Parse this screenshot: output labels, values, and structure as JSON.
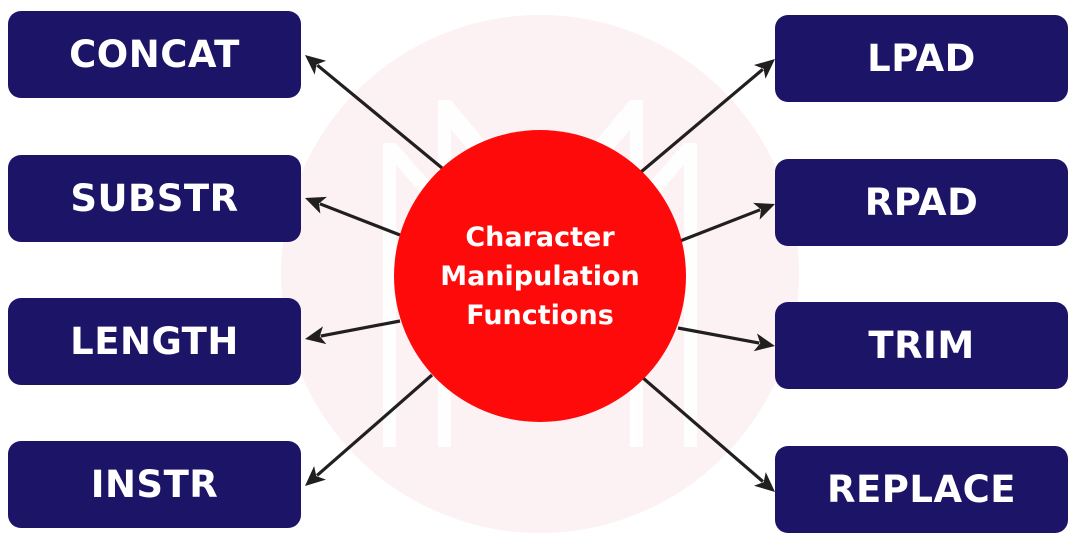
{
  "diagram": {
    "center": {
      "title_lines": [
        "Character",
        "Manipulation",
        "Functions"
      ],
      "color": "#ff0000"
    },
    "left_functions": [
      {
        "label": "CONCAT"
      },
      {
        "label": "SUBSTR"
      },
      {
        "label": "LENGTH"
      },
      {
        "label": "INSTR"
      }
    ],
    "right_functions": [
      {
        "label": "LPAD"
      },
      {
        "label": "RPAD"
      },
      {
        "label": "TRIM"
      },
      {
        "label": "REPLACE"
      }
    ],
    "colors": {
      "box": "#1c1466",
      "box_text": "#ffffff",
      "arrow": "#221f1f",
      "background_circle": "#fcf1f3"
    },
    "watermark_icon": "m-logo-watermark"
  }
}
